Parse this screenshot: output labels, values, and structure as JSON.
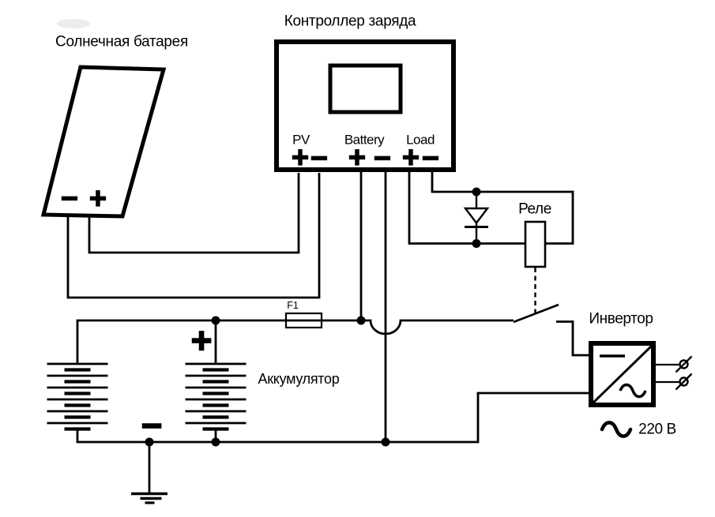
{
  "diagram": {
    "background": "#ffffff",
    "line_color": "#000000",
    "labels": {
      "solar_panel": "Солнечная батарея",
      "charge_controller": "Контроллер заряда",
      "relay": "Реле",
      "inverter": "Инвертор",
      "battery": "Аккумулятор",
      "fuse": "F1",
      "output_voltage": "220 В"
    },
    "controller_terminals": [
      {
        "label": "PV",
        "plus": "+",
        "minus": "−"
      },
      {
        "label": "Battery",
        "plus": "+",
        "minus": "−"
      },
      {
        "label": "Load",
        "plus": "+",
        "minus": "−"
      }
    ],
    "polarity": {
      "plus": "+",
      "minus": "−"
    },
    "symbols": [
      "solar-panel",
      "charge-controller-display",
      "fuse",
      "battery-bank",
      "ground",
      "wire-hop",
      "diode",
      "relay-coil",
      "switch-contact",
      "inverter",
      "dc-line",
      "ac-sine",
      "output-socket",
      "junction-dot"
    ]
  }
}
